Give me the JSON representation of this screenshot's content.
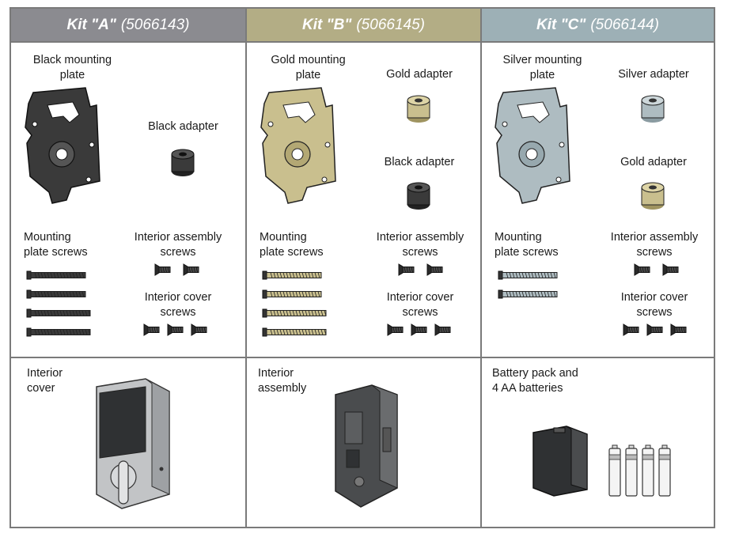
{
  "colors": {
    "kit_a_header": "#8b8b90",
    "kit_b_header": "#b3ad85",
    "kit_c_header": "#9db0b6",
    "black_part": "#3a3a3a",
    "gold_part": "#c9bf8e",
    "silver_part": "#aebcc1",
    "border": "#7a7a7a"
  },
  "kits": [
    {
      "name": "Kit \"A\"",
      "number": "(5066143)",
      "plate_label": "Black mounting\nplate",
      "adapter_labels": [
        "Black adapter"
      ],
      "mount_screws_label": "Mounting\nplate screws",
      "interior_screws_label": "Interior assembly\nscrews",
      "cover_screws_label": "Interior cover\nscrews",
      "mount_screw_count": 4,
      "interior_screw_count": 2,
      "cover_screw_count": 3
    },
    {
      "name": "Kit \"B\"",
      "number": "(5066145)",
      "plate_label": "Gold mounting\nplate",
      "adapter_labels": [
        "Gold adapter",
        "Black adapter"
      ],
      "mount_screws_label": "Mounting\nplate screws",
      "interior_screws_label": "Interior assembly\nscrews",
      "cover_screws_label": "Interior cover\nscrews",
      "mount_screw_count": 4,
      "interior_screw_count": 2,
      "cover_screw_count": 3
    },
    {
      "name": "Kit \"C\"",
      "number": "(5066144)",
      "plate_label": "Silver mounting\nplate",
      "adapter_labels": [
        "Silver adapter",
        "Gold adapter"
      ],
      "mount_screws_label": "Mounting\nplate screws",
      "interior_screws_label": "Interior assembly\nscrews",
      "cover_screws_label": "Interior cover\nscrews",
      "mount_screw_count": 2,
      "interior_screw_count": 2,
      "cover_screw_count": 3
    }
  ],
  "parts": [
    {
      "label": "Interior\ncover"
    },
    {
      "label": "Interior\nassembly"
    },
    {
      "label": "Battery pack and\n4 AA batteries",
      "battery_count": 4
    }
  ]
}
